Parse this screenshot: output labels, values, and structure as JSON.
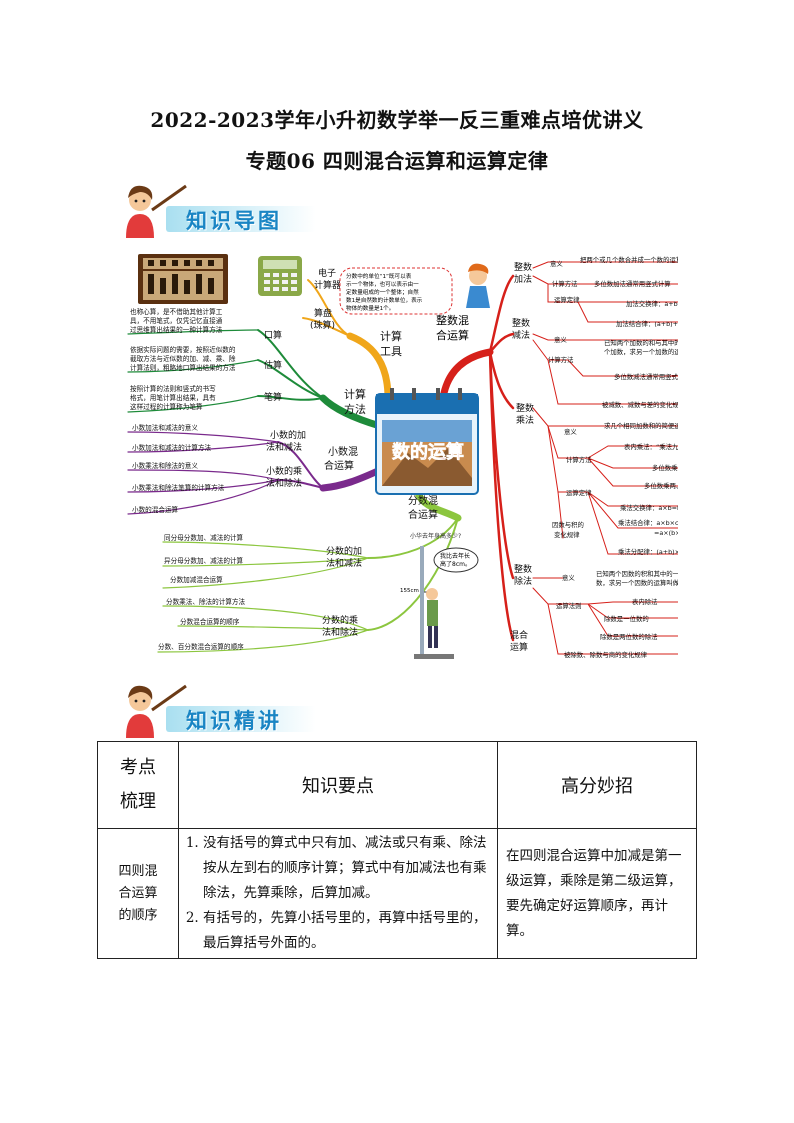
{
  "doc": {
    "title_line1": "2022-2023学年小升初数学举一反三重难点培优讲义",
    "title_line2": "专题06 四则混合运算和运算定律"
  },
  "banners": {
    "map_label": "知识导图",
    "lecture_label": "知识精讲"
  },
  "mindmap": {
    "center_label": "数的运算",
    "left": {
      "tools": "计算工具",
      "electronic": "电子计算器",
      "abacus": "算盘(珠算)",
      "methods": "计算方法",
      "oral": "口算",
      "oral_desc": "也称心算，是不借助其他计算工具，不用笔式，仅凭记忆直接通过思维算出结果的一种计算方法",
      "estimate": "估算",
      "estimate_desc": "依据实际问题的需要，按照近似数的截取方法与近似数的加、减、乘、除计算法则，粗略地口算出结果的方法",
      "written": "笔算",
      "written_desc": "按照计算的法则和竖式的书写格式，用笔计算出结果，具有这样过程的计算称为笔算",
      "decimal_mixed": "小数混合运算",
      "decimal_addsub": "小数的加法和减法",
      "decimal_muldiv": "小数的乘法和除法",
      "dec_items": [
        "小数加法和减法的意义",
        "小数加法和减法的计算方法",
        "小数乘法和除法的意义",
        "小数乘法和除法笔算的计算方法",
        "小数的混合运算"
      ],
      "fraction_mixed": "分数混合运算",
      "frac_addsub": "分数的加法和减法",
      "frac_muldiv": "分数的乘法和除法",
      "frac_items_a": [
        "同分母分数加、减法的计算",
        "异分母分数加、减法的计算",
        "分数加减混合运算"
      ],
      "frac_items_b": [
        "分数乘法、除法的计算方法",
        "分数混合运算的顺序",
        "分数、百分数混合运算的顺序"
      ]
    },
    "cloud_note": "分数中的单位“1”既可以表示一个物体，也可以表示由一定数量组成的一个整体；自然数1是自然数的计数单位，表示物体的数量是1个。",
    "cartoon_top": "小华去年身高多少?",
    "cartoon_bubble": "我比去年长高了8cm。",
    "cartoon_measure": "155cm",
    "right": {
      "integer_mixed": "整数混合运算",
      "add": "整数加法",
      "add_meaning_label": "意义",
      "add_meaning": "把两个或几个数合并成一个数的运算",
      "add_method_label": "计算方法",
      "add_method": "多位数加法通常用竖式计算",
      "add_law_label": "运算定律",
      "add_comm": "加法交换律：a+b=b+a",
      "add_assoc": "加法结合律：(a+b)+c=a+(b+c)",
      "sub": "整数减法",
      "sub_meaning_label": "意义",
      "sub_meaning": "已知两个加数的和与其中的一个加数，求另一个加数的运算",
      "sub_method_label": "计算方法",
      "sub_method": "多位数减法通常用竖式计算",
      "sub_change": "被减数、减数与差的变化规律",
      "mul": "整数乘法",
      "mul_meaning_label": "意义",
      "mul_meaning": "求几个相同加数和的简便运算",
      "mul_method_label": "计算方法",
      "mul_table": "表内乘法：“乘法九九表”",
      "mul_one": "多位数乘一位数",
      "mul_two": "多位数乘两、三位数",
      "mul_law_label": "运算定律",
      "mul_comm": "乘法交换律：a×b=b×a",
      "mul_assoc": "乘法结合律：a×b×c=(a×b)×c=a×(b×c)",
      "mul_dist": "乘法分配律：(a+b)×c=a×c+b×c",
      "mul_change": "因数与积的变化规律",
      "div": "整数除法",
      "div_meaning_label": "意义",
      "div_meaning": "已知两个因数的积和其中的一个因数，求另一个因数的运算叫做除法",
      "div_method_label": "运算法则",
      "div_table": "表内除法",
      "div_one": "除数是一位数的",
      "div_two": "除数是两位数的除法",
      "div_change": "被除数、除数与商的变化规律",
      "mixed": "混合运算"
    }
  },
  "table": {
    "headers": {
      "col1_line1": "考点",
      "col1_line2": "梳理",
      "col2": "知识要点",
      "col3": "高分妙招"
    },
    "rows": [
      {
        "topic_lines": [
          "四则混",
          "合运算",
          "的顺序"
        ],
        "points": [
          "没有括号的算式中只有加、减法或只有乘、除法按从左到右的顺序计算；算式中有加减法也有乘除法，先算乘除，后算加减。",
          "有括号的，先算小括号里的，再算中括号里的，最后算括号外面的。"
        ],
        "tip": "在四则混合运算中加减是第一级运算，乘除是第二级运算，要先确定好运算顺序，再计算。"
      }
    ]
  }
}
